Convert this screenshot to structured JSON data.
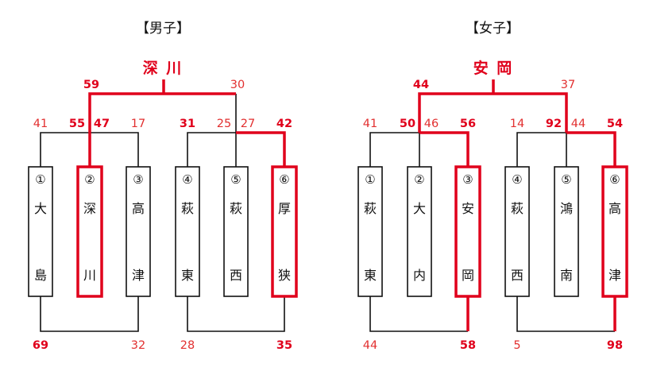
{
  "brackets": [
    {
      "title": "【男子】",
      "winner": "深 川",
      "teams": [
        {
          "seed": "①",
          "top": "大",
          "bottom": "島",
          "highlight": false
        },
        {
          "seed": "②",
          "top": "深",
          "bottom": "川",
          "highlight": true
        },
        {
          "seed": "③",
          "top": "高",
          "bottom": "津",
          "highlight": false
        },
        {
          "seed": "④",
          "top": "萩",
          "bottom": "東",
          "highlight": false
        },
        {
          "seed": "⑤",
          "top": "萩",
          "bottom": "西",
          "highlight": false
        },
        {
          "seed": "⑥",
          "top": "厚",
          "bottom": "狭",
          "highlight": true
        }
      ],
      "scores": {
        "final_left": "59",
        "final_right": "30",
        "semi_left_1": "41",
        "semi_left_2": "55",
        "semi_left_3": "47",
        "semi_left_4": "17",
        "semi_right_1": "31",
        "semi_right_2": "25",
        "semi_right_3": "27",
        "semi_right_4": "42",
        "first_left_1": "69",
        "first_left_2": "32",
        "first_right_1": "28",
        "first_right_2": "35"
      }
    },
    {
      "title": "【女子】",
      "winner": "安 岡",
      "teams": [
        {
          "seed": "①",
          "top": "萩",
          "bottom": "東",
          "highlight": false
        },
        {
          "seed": "②",
          "top": "大",
          "bottom": "内",
          "highlight": false
        },
        {
          "seed": "③",
          "top": "安",
          "bottom": "岡",
          "highlight": true
        },
        {
          "seed": "④",
          "top": "萩",
          "bottom": "西",
          "highlight": false
        },
        {
          "seed": "⑤",
          "top": "鴻",
          "bottom": "南",
          "highlight": false
        },
        {
          "seed": "⑥",
          "top": "高",
          "bottom": "津",
          "highlight": true
        }
      ],
      "scores": {
        "final_left": "44",
        "final_right": "37",
        "semi_left_1": "41",
        "semi_left_2": "50",
        "semi_left_3": "46",
        "semi_left_4": "56",
        "semi_right_1": "14",
        "semi_right_2": "92",
        "semi_right_3": "44",
        "semi_right_4": "54",
        "first_left_1": "44",
        "first_left_2": "58",
        "first_right_1": "5",
        "first_right_2": "98"
      }
    }
  ],
  "colors": {
    "line": "#111111",
    "highlight": "#e0001b",
    "score": "#e23030"
  }
}
